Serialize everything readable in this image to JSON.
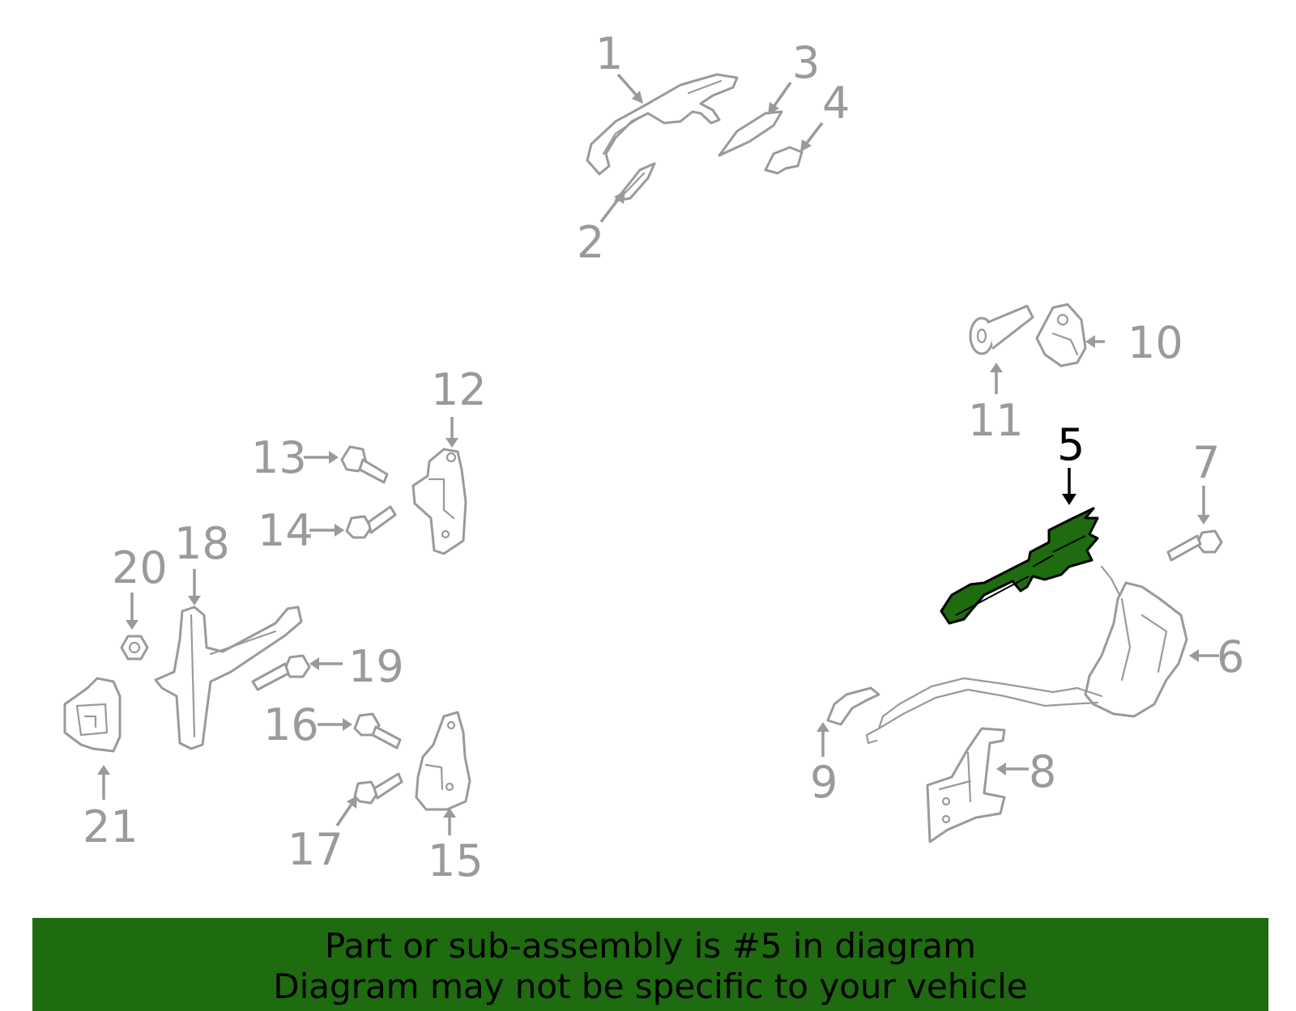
{
  "diagram": {
    "highlighted_part": "5",
    "highlight_color": "#1e6b10",
    "part_color": "#9a9a9a",
    "callouts": [
      "1",
      "2",
      "3",
      "4",
      "5",
      "6",
      "7",
      "8",
      "9",
      "10",
      "11",
      "12",
      "13",
      "14",
      "15",
      "16",
      "17",
      "18",
      "19",
      "20",
      "21"
    ]
  },
  "banner": {
    "line1": "Part or sub-assembly is #5 in diagram",
    "line2": "Diagram may not be specific to your vehicle",
    "background": "#1e6b10"
  }
}
